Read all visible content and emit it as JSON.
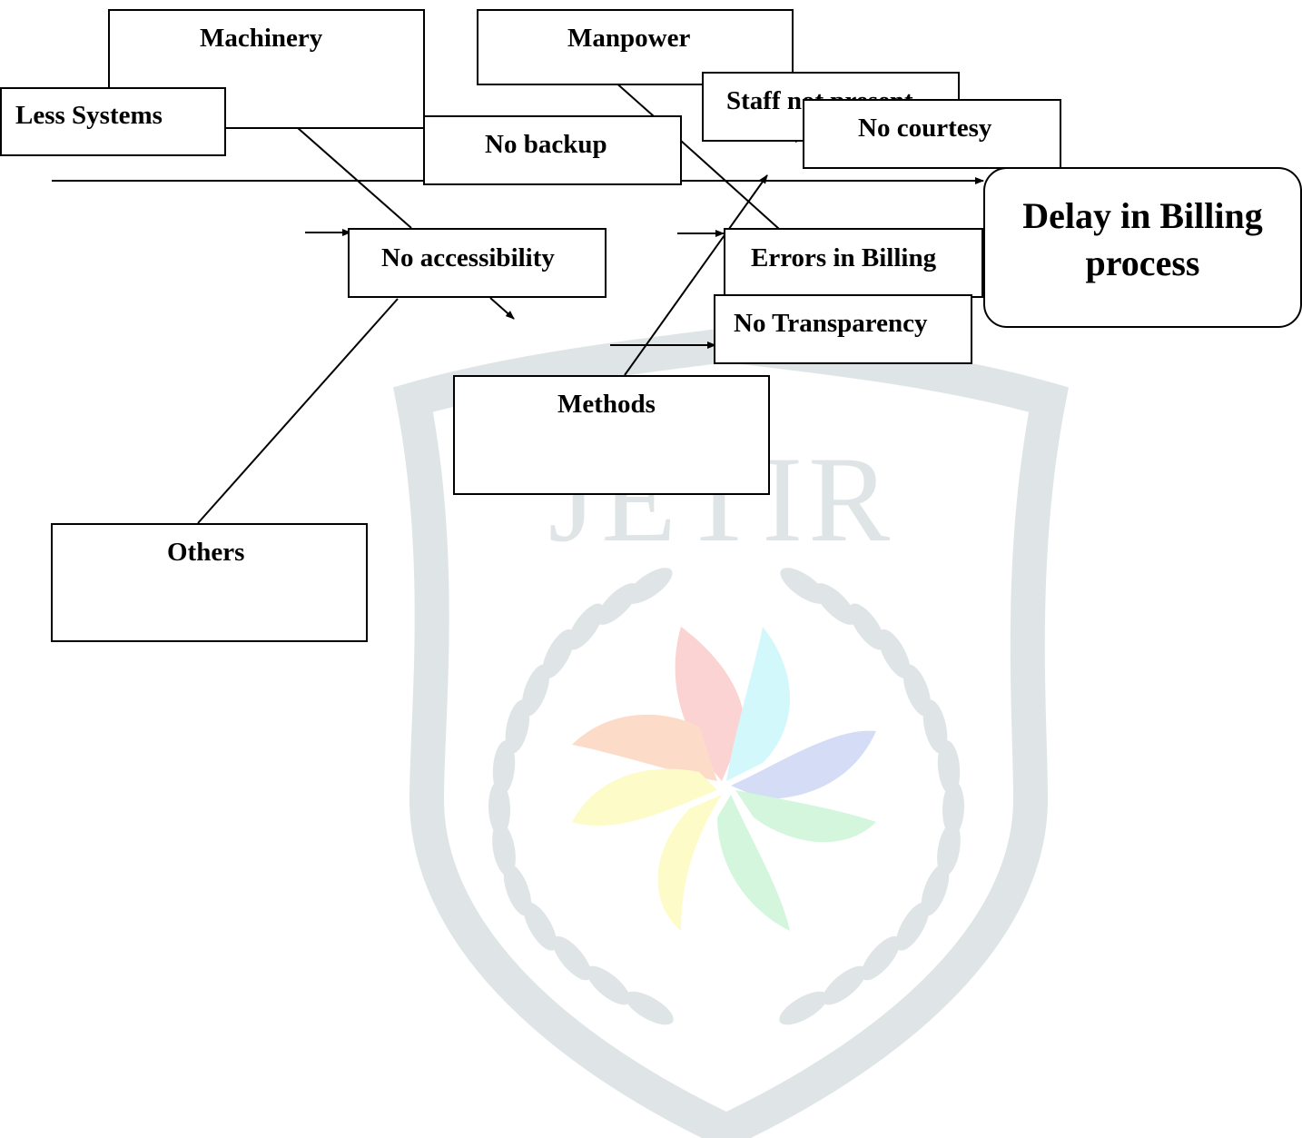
{
  "effect": "Delay in Billing process",
  "categories": {
    "machinery": "Machinery",
    "manpower": "Manpower",
    "methods": "Methods",
    "others": "Others"
  },
  "causes": {
    "less_systems": "Less Systems",
    "no_backup": "No backup",
    "no_accessibility": "No accessibility",
    "staff_not_present": "Staff not present",
    "no_courtesy": "No courtesy",
    "errors_in_billing": "Errors in Billing",
    "no_transparency": "No Transparency"
  },
  "watermark": {
    "text": "JETIR",
    "colors": [
      "#fbd3d2",
      "#d3f8fb",
      "#d4dcf6",
      "#fcdcc8",
      "#fdfcc8",
      "#d3f6dc"
    ],
    "shield_color": "#dfe5e6"
  }
}
